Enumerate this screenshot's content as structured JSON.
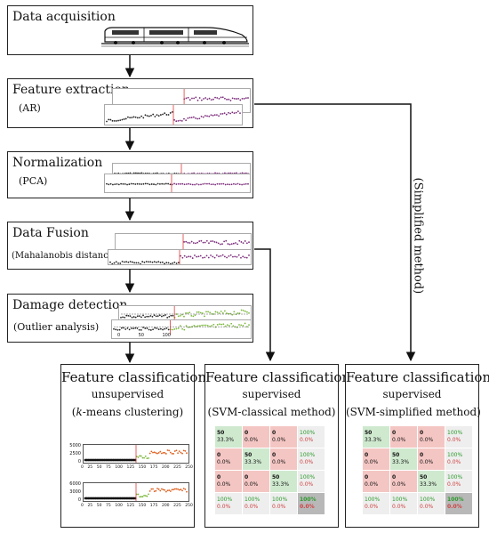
{
  "stages": {
    "acquisition": {
      "title": "Data acquisition"
    },
    "extraction": {
      "title": "Feature extraction",
      "sub": "(AR)"
    },
    "normalization": {
      "title": "Normalization",
      "sub": "(PCA)"
    },
    "fusion": {
      "title": "Data Fusion",
      "sub": "(Mahalanobis distance)"
    },
    "detection": {
      "title": "Damage detection",
      "sub": "(Outlier analysis)"
    }
  },
  "side_label": "(Simplified method)",
  "outputs": {
    "left": {
      "title": "Feature classification",
      "sub1": "unsupervised",
      "sub2_pre": "(",
      "sub2_italic": "k",
      "sub2_post": "-means clustering)"
    },
    "middle": {
      "title": "Feature classification",
      "sub1": "supervised",
      "sub2": "(SVM-classical method)"
    },
    "right": {
      "title": "Feature classification",
      "sub1": "supervised",
      "sub2": "(SVM-simplified method)"
    }
  },
  "kmeans": {
    "top_yticks": [
      "5000",
      "2500",
      "0"
    ],
    "bottom_yticks": [
      "6000",
      "3000",
      "0"
    ],
    "xticks": [
      "0",
      "25",
      "50",
      "75",
      "100",
      "125",
      "150",
      "175",
      "200",
      "225",
      "250"
    ]
  },
  "detection_plot": {
    "xticks": [
      "0",
      "50",
      "100"
    ]
  },
  "confusion_matrix": {
    "rows": [
      [
        {
          "v": "50",
          "p": "33.3%",
          "c": "g"
        },
        {
          "v": "0",
          "p": "0.0%",
          "c": "r"
        },
        {
          "v": "0",
          "p": "0.0%",
          "c": "r"
        },
        {
          "v": "100%",
          "p": "0.0%",
          "c": "n"
        }
      ],
      [
        {
          "v": "0",
          "p": "0.0%",
          "c": "r"
        },
        {
          "v": "50",
          "p": "33.3%",
          "c": "g"
        },
        {
          "v": "0",
          "p": "0.0%",
          "c": "r"
        },
        {
          "v": "100%",
          "p": "0.0%",
          "c": "n"
        }
      ],
      [
        {
          "v": "0",
          "p": "0.0%",
          "c": "r"
        },
        {
          "v": "0",
          "p": "0.0%",
          "c": "r"
        },
        {
          "v": "50",
          "p": "33.3%",
          "c": "g"
        },
        {
          "v": "100%",
          "p": "0.0%",
          "c": "n"
        }
      ],
      [
        {
          "v": "100%",
          "p": "0.0%",
          "c": "n"
        },
        {
          "v": "100%",
          "p": "0.0%",
          "c": "n"
        },
        {
          "v": "100%",
          "p": "0.0%",
          "c": "n"
        },
        {
          "v": "100%",
          "p": "0.0%",
          "c": "d"
        }
      ]
    ]
  },
  "colors": {
    "purple": "#7a2a7a",
    "green": "#7ab83a",
    "orange": "#e0601e",
    "red_line": "#e03a3a"
  }
}
